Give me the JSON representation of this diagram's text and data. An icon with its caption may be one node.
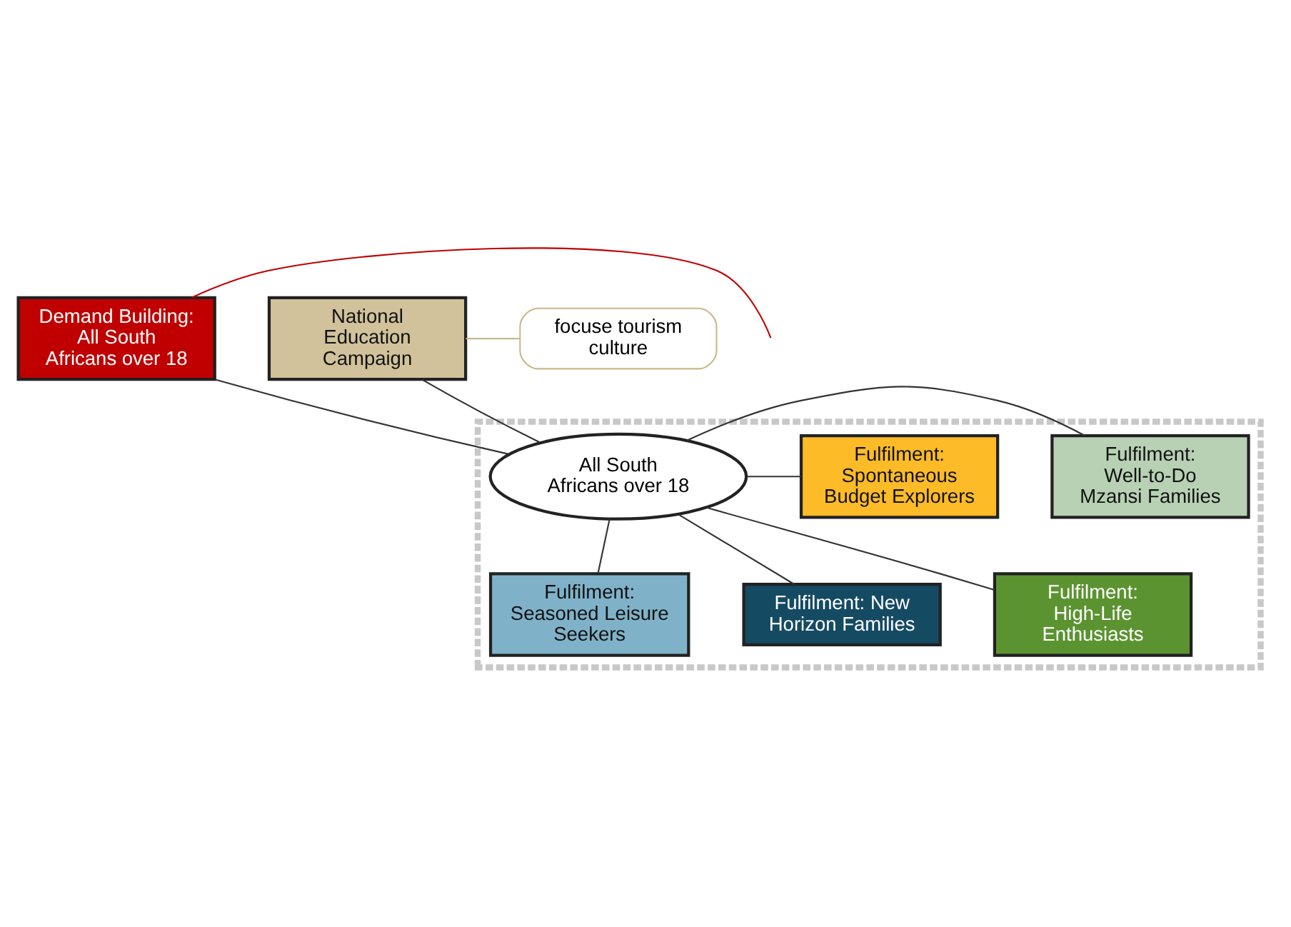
{
  "diagram": {
    "nodes": [
      {
        "text": [
          "Demand Building: All South Africans over 18"
        ]
      },
      {
        "text": [
          "National Education Campaign"
        ]
      },
      {
        "text": [
          "focuse tourism culture"
        ]
      },
      {
        "text": [],
        "shape": "box"
      },
      {
        "text": [
          "All South Africans over 18"
        ],
        "in": 3
      },
      {
        "text": [
          "Fulfilment: Well-to-Do Mzansi Families"
        ],
        "in": 3
      },
      {
        "text": [
          "Fulfilment: Spontaneous Budget Explorers"
        ],
        "in": 3
      },
      {
        "text": [
          "Fulfilment: Seasoned Leisure Seekers"
        ],
        "in": 3
      },
      {
        "text": [
          "Fulfilment: New Horizon Families"
        ],
        "in": 3
      },
      {
        "text": [
          "Fulfilment: High-Life Enthusiasts"
        ],
        "in": 3
      }
    ],
    "edges": [
      {
        "from": null,
        "to": 0,
        "arrow": "none",
        "color": "#c00000"
      },
      {
        "from": 2,
        "to": 1,
        "arrow": "none",
        "color": "#c8b88a"
      },
      {
        "from": 4,
        "to": 0,
        "arrow": "none"
      },
      {
        "from": 4,
        "to": 1,
        "arrow": "none"
      },
      {
        "from": 4,
        "to": 5,
        "arrow": "none"
      },
      {
        "from": 4,
        "to": 6,
        "arrow": "none"
      },
      {
        "from": 4,
        "to": 7,
        "arrow": "none"
      },
      {
        "from": 4,
        "to": 8,
        "arrow": "none"
      },
      {
        "from": 4,
        "to": 9,
        "arrow": "none"
      }
    ]
  }
}
